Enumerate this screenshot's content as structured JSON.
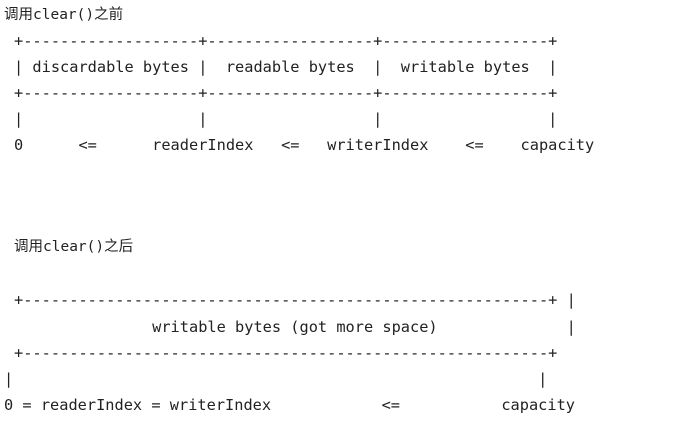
{
  "before": {
    "heading": "调用clear()之前",
    "border_top": "+-------------------+------------------+------------------+",
    "row": "| discardable bytes |  readable bytes  |  writable bytes  |",
    "border_bottom": "+-------------------+------------------+------------------+",
    "bars": "|                   |                  |                  |",
    "indices": "0      <=      readerIndex   <=   writerIndex    <=    capacity"
  },
  "after": {
    "heading": "调用clear()之后",
    "border_top": "+---------------------------------------------------------+ |",
    "row": "               writable bytes (got more space)              |",
    "border_bottom": "+---------------------------------------------------------+",
    "bars": "|                                                         |",
    "indices": "0 = readerIndex = writerIndex            <=           capacity"
  }
}
